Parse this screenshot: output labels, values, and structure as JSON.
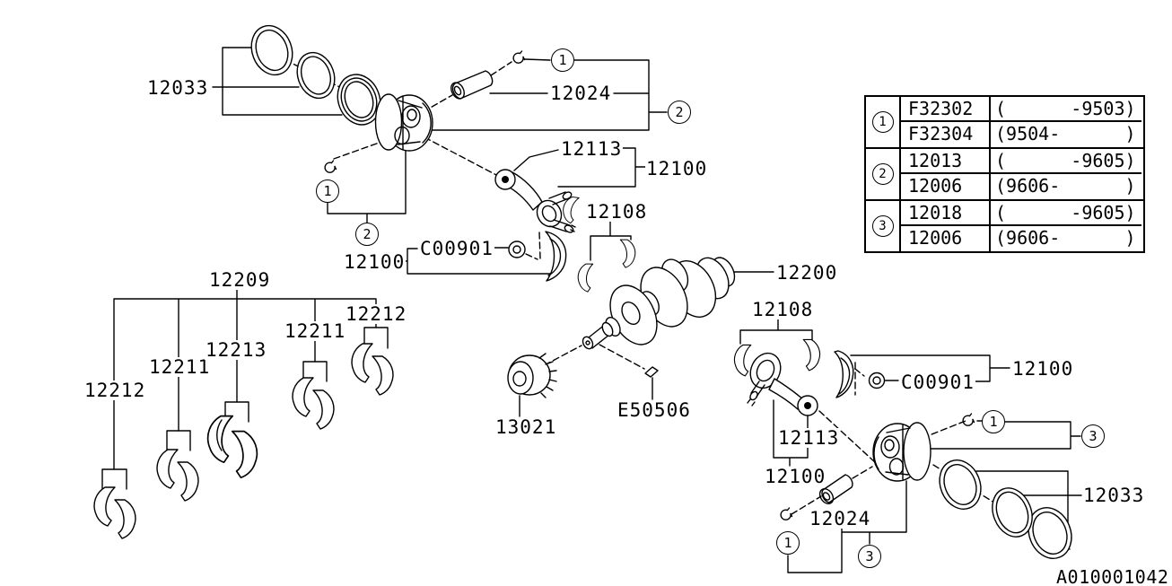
{
  "parts": {
    "p12033": "12033",
    "p12024": "12024",
    "p12113": "12113",
    "p12100": "12100",
    "p12108": "12108",
    "pC00901": "C00901",
    "p12200": "12200",
    "p12209": "12209",
    "p12211": "12211",
    "p12212": "12212",
    "p12213": "12213",
    "p13021": "13021",
    "pE50506": "E50506"
  },
  "refs": {
    "r1": "1",
    "r2": "2",
    "r3": "3"
  },
  "table": {
    "groups": [
      {
        "ref": "1",
        "rows": [
          {
            "part": "F32302",
            "range": "(      -9503)"
          },
          {
            "part": "F32304",
            "range": "(9504-      )"
          }
        ]
      },
      {
        "ref": "2",
        "rows": [
          {
            "part": "12013",
            "range": "(      -9605)"
          },
          {
            "part": "12006",
            "range": "(9606-      )"
          }
        ]
      },
      {
        "ref": "3",
        "rows": [
          {
            "part": "12018",
            "range": "(      -9605)"
          },
          {
            "part": "12006",
            "range": "(9606-      )"
          }
        ]
      }
    ]
  },
  "code": "A010001042"
}
